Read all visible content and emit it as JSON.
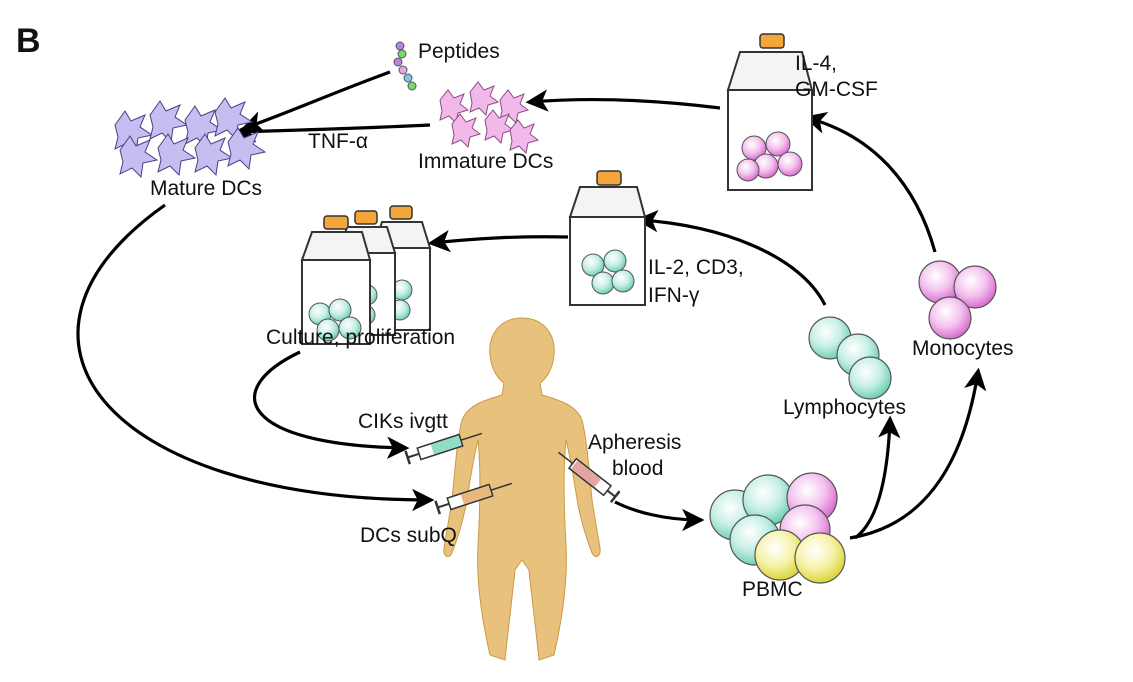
{
  "figure": {
    "panel_label": "B"
  },
  "labels": {
    "peptides": "Peptides",
    "il4": "IL-4,",
    "gmcsf": "GM-CSF",
    "tnf": "TNF-α",
    "immature": "Immature DCs",
    "mature": "Mature DCs",
    "il2": "IL-2, CD3,",
    "ifn": "IFN-γ",
    "culture": "Culture, proliferation",
    "lymphocytes": "Lymphocytes",
    "monocytes": "Monocytes",
    "ciks": "CIKs ivgtt",
    "apheresis": "Apheresis",
    "blood": "blood",
    "dcs_subq": "DCs subQ",
    "pbmc": "PBMC"
  },
  "colors": {
    "monocyte": "#e98fe0",
    "lymphocyte": "#8fdcc9",
    "yellow_cell": "#f0ec6a",
    "bottle_cap": "#f5a63a",
    "skin": "#e8c27d",
    "dc": "#b7a8e6",
    "arrow": "#000000"
  }
}
